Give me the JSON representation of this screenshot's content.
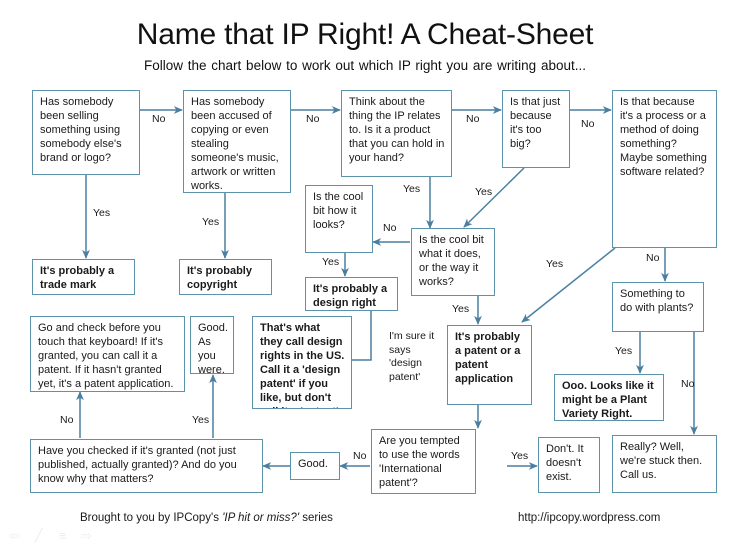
{
  "header": {
    "title": "Name that IP Right! A Cheat-Sheet",
    "subtitle": "Follow the chart below to work out which IP right you are writing about..."
  },
  "footer": {
    "credit_prefix": "Brought to you by IPCopy's",
    "credit_series": "'IP hit or miss?'",
    "credit_suffix": "series",
    "url": "http://ipcopy.wordpress.com"
  },
  "toolbar": {
    "icons": [
      "back-arrow-icon",
      "pencil-icon",
      "lines-icon",
      "forward-arrow-icon"
    ],
    "glyphs": [
      "⇦",
      "╱",
      "≡",
      "⇨"
    ]
  },
  "theme": {
    "box_border": "#5b93ab",
    "arrow": "#4a7fa0",
    "text": "#1a1a1a",
    "background": "#ffffff"
  },
  "chart_data": {
    "type": "flowchart",
    "title": "Name that IP Right! A Cheat-Sheet",
    "node_count": 19,
    "nodes": [
      {
        "id": "q_brand",
        "kind": "question",
        "text": "Has somebody been selling something using somebody else's brand or logo?"
      },
      {
        "id": "q_copying",
        "kind": "question",
        "text": "Has somebody been accused of copying or even stealing someone's music, artwork or written works."
      },
      {
        "id": "q_product",
        "kind": "question",
        "text": "Think about the thing the IP relates to. Is it a product that you can hold in your hand?"
      },
      {
        "id": "q_toobig",
        "kind": "question",
        "text": "Is that just because it's too big?"
      },
      {
        "id": "q_process",
        "kind": "question",
        "text": "Is that because it's a process or a method of doing something? Maybe something software related?"
      },
      {
        "id": "a_trademark",
        "kind": "answer",
        "text": "It's probably a trade mark"
      },
      {
        "id": "a_copyright",
        "kind": "answer",
        "text": "It's probably copyright"
      },
      {
        "id": "q_looks",
        "kind": "question",
        "text": "Is the cool bit how it looks?"
      },
      {
        "id": "q_does",
        "kind": "question",
        "text": "Is the cool bit what it does, or the way it works?"
      },
      {
        "id": "a_design",
        "kind": "answer",
        "text": "It's probably a design right"
      },
      {
        "id": "a_patent",
        "kind": "answer",
        "text": "It's probably a patent or a patent application"
      },
      {
        "id": "q_plants",
        "kind": "question",
        "text": "Something to do with plants?"
      },
      {
        "id": "i_granted",
        "kind": "info",
        "text": "Go and check before you touch that keyboard! If it's granted, you can call it a patent. If it hasn't granted yet, it's a patent application."
      },
      {
        "id": "i_good_as",
        "kind": "info",
        "text": "Good. As you were."
      },
      {
        "id": "i_designus",
        "kind": "answer",
        "text": "That's what they call design rights in the US. Call it a 'design patent' if you like, but don't call it a 'patent'."
      },
      {
        "id": "a_pvr",
        "kind": "answer",
        "text": "Ooo. Looks like it might be a Plant Variety Right."
      },
      {
        "id": "q_checked",
        "kind": "question",
        "text": "Have you checked if it's granted (not just published, actually granted)? And do you know why that matters?"
      },
      {
        "id": "i_good",
        "kind": "info",
        "text": "Good."
      },
      {
        "id": "q_intl",
        "kind": "question",
        "text": "Are you tempted to use the words 'International patent'?"
      },
      {
        "id": "i_dont",
        "kind": "info",
        "text": "Don't. It doesn't exist."
      },
      {
        "id": "i_stuck",
        "kind": "info",
        "text": "Really? Well, we're stuck then. Call us."
      }
    ],
    "edges": [
      {
        "from": "q_brand",
        "to": "q_copying",
        "label": "No"
      },
      {
        "from": "q_brand",
        "to": "a_trademark",
        "label": "Yes"
      },
      {
        "from": "q_copying",
        "to": "q_product",
        "label": "No"
      },
      {
        "from": "q_copying",
        "to": "a_copyright",
        "label": "Yes"
      },
      {
        "from": "q_product",
        "to": "q_toobig",
        "label": "No"
      },
      {
        "from": "q_product",
        "to": "q_does",
        "label": "Yes"
      },
      {
        "from": "q_toobig",
        "to": "q_process",
        "label": "No"
      },
      {
        "from": "q_toobig",
        "to": "q_does",
        "label": "Yes"
      },
      {
        "from": "q_does",
        "to": "q_looks",
        "label": "No"
      },
      {
        "from": "q_does",
        "to": "a_patent",
        "label": "Yes"
      },
      {
        "from": "q_looks",
        "to": "a_design",
        "label": "Yes"
      },
      {
        "from": "q_process",
        "to": "a_patent",
        "label": "Yes"
      },
      {
        "from": "q_process",
        "to": "q_plants",
        "label": "No"
      },
      {
        "from": "q_plants",
        "to": "a_pvr",
        "label": "Yes"
      },
      {
        "from": "q_plants",
        "to": "i_stuck",
        "label": "No"
      },
      {
        "from": "a_design",
        "to": "i_designus",
        "label": "I'm sure it says 'design patent'"
      },
      {
        "from": "a_patent",
        "to": "q_intl",
        "label": ""
      },
      {
        "from": "q_intl",
        "to": "i_dont",
        "label": "Yes"
      },
      {
        "from": "q_intl",
        "to": "i_good",
        "label": "No"
      },
      {
        "from": "i_good",
        "to": "q_checked",
        "label": ""
      },
      {
        "from": "q_checked",
        "to": "i_granted",
        "label": "No"
      },
      {
        "from": "q_checked",
        "to": "i_good_as",
        "label": "Yes"
      }
    ]
  },
  "nodes": {
    "q_brand": "Has somebody been selling something using somebody else's brand or logo?",
    "q_copying": "Has somebody been accused of copying or even stealing someone's music, artwork or written works.",
    "q_product": "Think about the thing the IP relates to. Is it a product that you can hold in your hand?",
    "q_toobig": "Is that just because it's too big?",
    "q_process": "Is that because it's a process or a method of doing something? Maybe something software related?",
    "a_trademark": "It's probably a trade mark",
    "a_copyright": "It's probably copyright",
    "q_looks": "Is the cool bit how it looks?",
    "q_does": "Is the cool bit what it does, or the way it works?",
    "a_design": "It's probably a design right",
    "a_patent": "It's probably a patent or a patent application",
    "q_plants": "Something to do with plants?",
    "i_granted": "Go and check before you touch that keyboard! If it's granted, you can call it a patent. If it hasn't granted yet, it's a patent application.",
    "i_good_as": "Good. As you were.",
    "i_designus": "That's what they call design rights in the US. Call it a 'design patent' if you like, but don't call it a 'patent'.",
    "a_pvr": "Ooo. Looks like it might be a Plant Variety Right.",
    "q_checked": "Have you checked if it's granted (not just published, actually granted)? And do you know why that matters?",
    "i_good": "Good.",
    "q_intl": "Are you tempted to use the words 'International patent'?",
    "i_dont": "Don't. It doesn't exist.",
    "i_stuck": "Really? Well, we're stuck then. Call us."
  },
  "labels": {
    "no1": "No",
    "no2": "No",
    "no3": "No",
    "no4": "No",
    "yes_brand": "Yes",
    "yes_copying": "Yes",
    "yes_product": "Yes",
    "yes_toobig": "Yes",
    "no_does": "No",
    "yes_does": "Yes",
    "yes_looks": "Yes",
    "yes_process": "Yes",
    "no_process": "No",
    "yes_plants": "Yes",
    "no_plants": "No",
    "no_checked": "No",
    "yes_checked": "Yes",
    "yes_intl": "Yes",
    "no_intl": "No",
    "design_note": "I'm sure it says 'design patent'"
  }
}
